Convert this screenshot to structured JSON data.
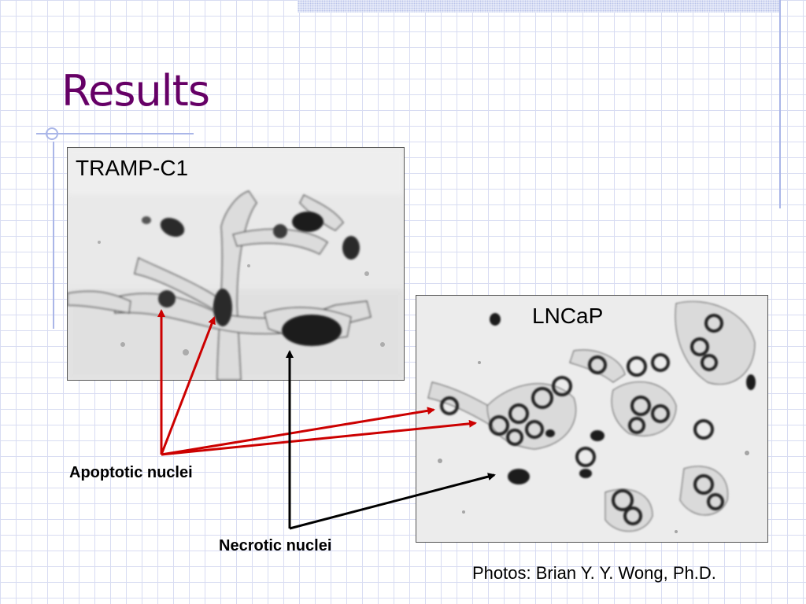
{
  "slide": {
    "title": "Results"
  },
  "photos": {
    "tramp": {
      "label": "TRAMP-C1"
    },
    "lncap": {
      "label": "LNCaP"
    }
  },
  "annotations": {
    "apoptotic": "Apoptotic nuclei",
    "necrotic": "Necrotic nuclei"
  },
  "credit": "Photos: Brian Y. Y. Wong, Ph.D.",
  "colors": {
    "title": "#660066",
    "apoptotic_arrow": "#cc0000",
    "necrotic_arrow": "#000000",
    "grid": "#d8dcf2"
  }
}
